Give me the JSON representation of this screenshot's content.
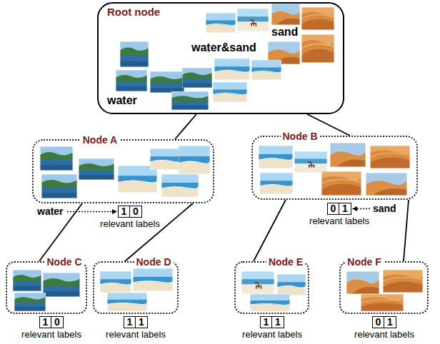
{
  "diagram": {
    "nodes": [
      {
        "text": [
          "Root node",
          "sand",
          "water&sand",
          "water"
        ]
      },
      {
        "text": [
          "Node A"
        ]
      },
      {
        "text": [
          "Node B"
        ]
      },
      {
        "text": [
          "Node C"
        ]
      },
      {
        "text": [
          "Node D"
        ]
      },
      {
        "text": [
          "Node E"
        ]
      },
      {
        "text": [
          "Node F"
        ]
      }
    ],
    "edges": [
      {
        "from": 0,
        "to": 1,
        "arrow": "none"
      },
      {
        "from": 0,
        "to": 2,
        "arrow": "none"
      },
      {
        "from": 1,
        "to": 3,
        "arrow": "none"
      },
      {
        "from": 1,
        "to": 4,
        "arrow": "none"
      },
      {
        "from": 2,
        "to": 5,
        "arrow": "none"
      },
      {
        "from": 2,
        "to": 6,
        "arrow": "none"
      }
    ],
    "labels": [
      "water",
      "1",
      "0",
      "relevant labels",
      "0",
      "1",
      "sand",
      "relevant labels",
      "1",
      "0",
      "relevant labels",
      "1",
      "1",
      "relevant labels",
      "1",
      "1",
      "relevant labels",
      "0",
      "1",
      "relevant labels"
    ]
  }
}
